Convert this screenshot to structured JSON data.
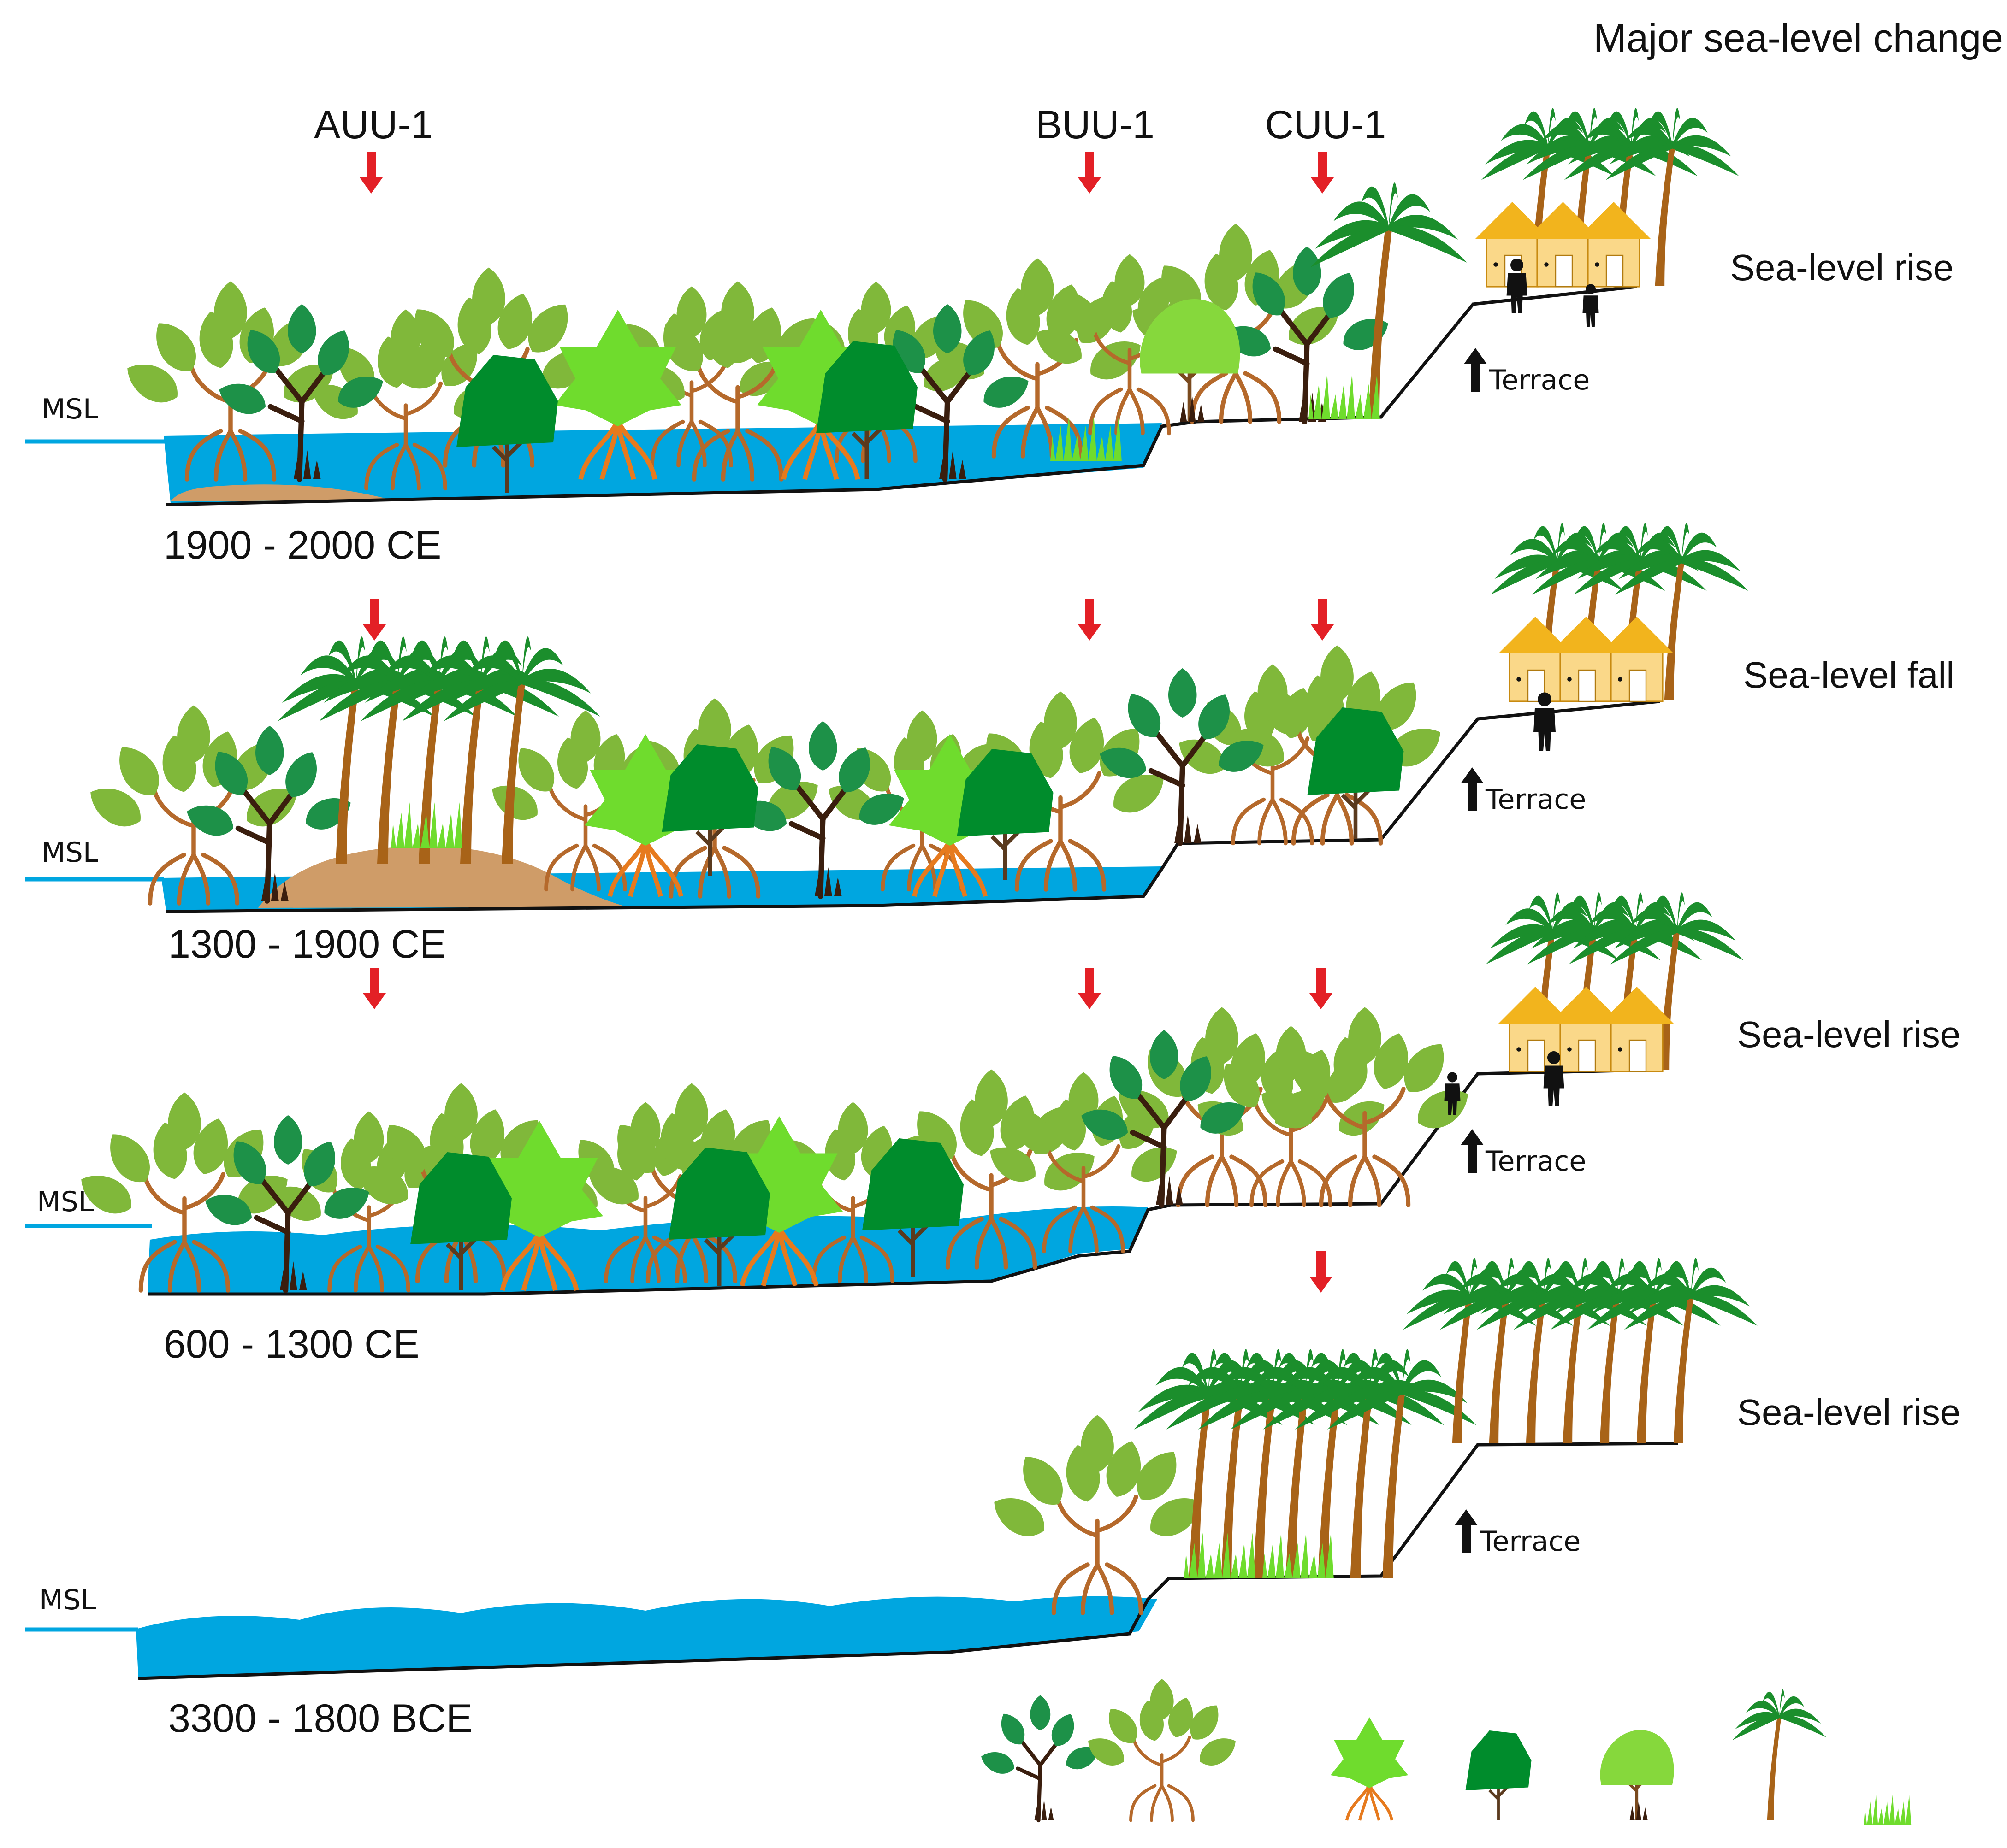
{
  "header": {
    "title": "Major sea-level change"
  },
  "cores": [
    {
      "id": "AUU-1",
      "label": "AUU-1"
    },
    {
      "id": "BUU-1",
      "label": "BUU-1"
    },
    {
      "id": "CUU-1",
      "label": "CUU-1"
    }
  ],
  "panels": [
    {
      "period": "1900 - 2000 CE",
      "change": "Sea-level rise",
      "msl": "MSL",
      "terrace": "Terrace"
    },
    {
      "period": "1300 - 1900 CE",
      "change": "Sea-level fall",
      "msl": "MSL",
      "terrace": "Terrace"
    },
    {
      "period": "600 - 1300 CE",
      "change": "Sea-level rise",
      "msl": "MSL",
      "terrace": "Terrace"
    },
    {
      "period": "3300 - 1800 BCE",
      "change": "Sea-level rise",
      "msl": "MSL",
      "terrace": "Terrace"
    }
  ],
  "legend": [
    {
      "name": "mangrove-dark-icon"
    },
    {
      "name": "mangrove-olive-icon"
    },
    {
      "name": "mangrove-star-icon"
    },
    {
      "name": "dark-tree-icon"
    },
    {
      "name": "light-tree-icon"
    },
    {
      "name": "palm-icon"
    },
    {
      "name": "grass-icon"
    }
  ],
  "colors": {
    "water": "#00a6e0",
    "sand": "#cf9c68",
    "root": "#b5692b",
    "leaf_olive": "#80b83a",
    "leaf_dark": "#1d9148",
    "leaf_green": "#008c2c",
    "leaf_light": "#6fdc2d",
    "palm_leaf": "#1b8e2c",
    "palm_trunk": "#a86318",
    "hut_roof": "#f2b41d",
    "hut_wall": "#fad889",
    "arrow_red": "#e32026"
  }
}
